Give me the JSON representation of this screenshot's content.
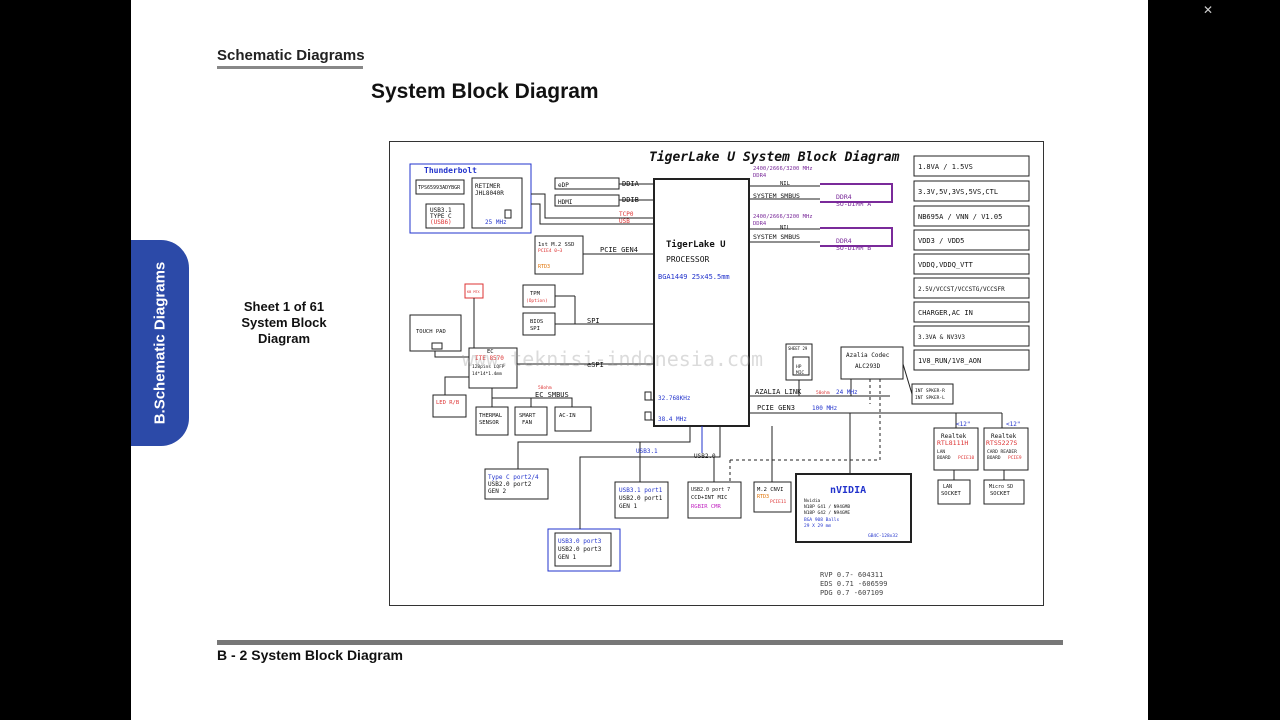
{
  "header": {
    "section": "Schematic  Diagrams",
    "title": "System Block Diagram"
  },
  "side_tab": {
    "label": "B.Schematic Diagrams"
  },
  "sheet_info": {
    "line1": "Sheet 1 of 61",
    "line2": "System Block",
    "line3": "Diagram"
  },
  "footer": {
    "label": "B - 2   System Block Diagram"
  },
  "toolbar": {
    "close_icon": "close-icon"
  },
  "diagram": {
    "title": "TigerLake U System Block Diagram",
    "watermark": "www.teknisi-indonesia.com",
    "thunderbolt": {
      "label": "Thunderbolt",
      "tps": "TPS65993ADYBGR",
      "retimer1": "RETIMER",
      "retimer2": "JHL8040R",
      "usb1": "USB3.1",
      "usb2": "TYPE C",
      "usb3": "(USB6)",
      "freq": "25 MHz"
    },
    "cpu": {
      "name": "TigerLake U",
      "sub": "PROCESSOR",
      "pkg": "BGA1449  25x45.5mm"
    },
    "edp": "eDP",
    "hdmi": "HDMI",
    "ddia": "DDIA",
    "ddib": "DDIB",
    "tcp0": "TCP0",
    "usb_sig": "USB",
    "ssd": {
      "l1": "1st M.2 SSD",
      "l2": "PCIE4 0~3",
      "l3": "RTD3"
    },
    "pcie_gen4": "PCIE GEN4",
    "mem_a": {
      "freq": "2400/2666/3200 MHz",
      "type": "DDR4",
      "nil": "NIL",
      "smbus": "SYSTEM SMBUS",
      "dimm1": "DDR4",
      "dimm2": "SO-DIMM A"
    },
    "mem_b": {
      "freq": "2400/2666/3200 MHz",
      "type": "DDR4",
      "nil": "NIL",
      "smbus": "SYSTEM SMBUS",
      "dimm1": "DDR4",
      "dimm2": "SO-DIMM B"
    },
    "power": [
      "1.8VA / 1.5VS",
      "3.3V,5V,3VS,5VS,CTL",
      "NB695A / VNN / V1.05",
      "VDD3 / VDD5",
      "VDDQ,VDDQ_VTT",
      "2.5V/VCCST/VCCSTG/VCCSFR",
      "CHARGER,AC IN",
      "3.3VA & NV3V3",
      "1V8_RUN/1V8_AON"
    ],
    "tpm": {
      "l1": "TPM",
      "l2": "(Option)"
    },
    "bios": {
      "l1": "BIOS",
      "l2": "SPI"
    },
    "spi": "SPI",
    "kbm": "KB MTX",
    "touchpad": "TOUCH PAD",
    "ec": {
      "l1": "EC",
      "l2": "ITE 8570",
      "l3": "128pins LQFP",
      "l4": "14*14*1.4mm"
    },
    "espi": "eSPI",
    "ec_smbus": "EC SMBUS",
    "ec_note": "58ohm",
    "led": "LED R/B",
    "thermal": {
      "l1": "THERMAL",
      "l2": "SENSOR"
    },
    "fan": {
      "l1": "SMART",
      "l2": "FAN"
    },
    "acin": "AC-IN",
    "clk1": "32.768KHz",
    "clk2": "38.4 MHz",
    "sheet29": {
      "l1": "SHEET 29",
      "l2": "HP",
      "l3": "MIC"
    },
    "codec": {
      "l1": "Azalia  Codec",
      "l2": "ALC293D"
    },
    "azalia": {
      "label": "AZALIA  LINK",
      "note": "50ohm",
      "freq": "24 MHz"
    },
    "pcie_gen3": {
      "label": "PCIE GEN3",
      "freq": "100 MHz"
    },
    "spk": {
      "l1": "INT SPKER-R",
      "l2": "INT SPKER-L"
    },
    "lan": {
      "tag": "<12\"",
      "l1": "Realtek",
      "l2": "RTL8111H",
      "l3": "LAN",
      "l4": "BOARD",
      "l5": "PCIE10"
    },
    "card": {
      "tag": "<12\"",
      "l1": "Realtek",
      "l2": "RTS5227S",
      "l3": "CARD READER",
      "l4": "BOARD",
      "l5": "PCIE9"
    },
    "lan_sock": {
      "l1": "LAN",
      "l2": "SOCKET"
    },
    "sd_sock": {
      "l1": "Micro SD",
      "l2": "SOCKET"
    },
    "usb31": "USB3.1",
    "usb20": "USB2.0",
    "typec24": {
      "l1": "Type C port2/4",
      "l2": "USB2.0 port2",
      "l3": "GEN 2"
    },
    "usb_p1": {
      "l1": "USB3.1 port1",
      "l2": "USB2.0 port1",
      "l3": "GEN 1"
    },
    "cam": {
      "l1": "USB2.0 port 7",
      "l2": "CCD+INT MIC",
      "l3": "RGBIR  CMR"
    },
    "cnvi": {
      "l1": "M.2 CNVI",
      "l2": "RTD3",
      "l3": "PCIE11"
    },
    "nvidia": {
      "name": "nVIDIA",
      "l1": "Nvidia",
      "l2": "N18P G41 / N94GMB",
      "l3": "N18P G42 / N94GME",
      "l4": "BGA 908 Balls",
      "l5": "29 X 29 mm",
      "l6": "GB4C-128x32"
    },
    "usb_p3": {
      "l1": "USB3.0 port3",
      "l2": "USB2.0 port3",
      "l3": "GEN 1"
    },
    "rev": [
      "RVP 0.7- 604311",
      "EDS 0.71 -606599",
      "PDG 0.7 -607109"
    ]
  }
}
